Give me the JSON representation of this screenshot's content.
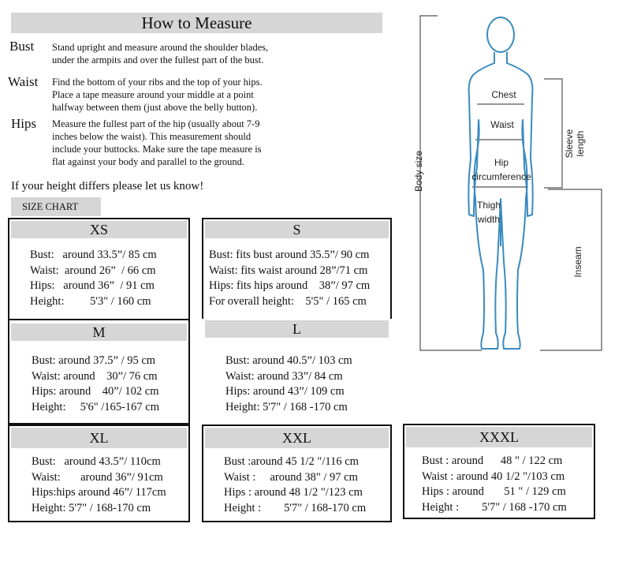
{
  "header": {
    "title": "How to Measure"
  },
  "measures": [
    {
      "term": "Bust",
      "lines": [
        "Stand upright and measure around the shoulder blades,",
        "under the armpits and over the fullest part of the bust."
      ]
    },
    {
      "term": "Waist",
      "lines": [
        "Find the bottom of your ribs and the top of your hips.",
        "Place a tape measure around your middle at a point",
        "halfway between them (just above the belly button)."
      ]
    },
    {
      "term": "Hips",
      "lines": [
        "Measure the fullest part of the hip (usually about 7-9",
        "inches below the waist). This measurement should",
        " include your buttocks. Make sure the tape measure is",
        " flat against your body and parallel to the ground."
      ]
    }
  ],
  "note": "If your height differs please let us know!",
  "size_chart_label": "SIZE CHART",
  "sizes": [
    {
      "name": "XS",
      "lines": [
        "Bust:   around 33.5”/ 85 cm",
        "Waist:  around 26”  / 66 cm",
        "Hips:   around 36”  / 91 cm",
        "Height:         5'3\" / 160 cm"
      ]
    },
    {
      "name": "S",
      "lines": [
        "Bust: fits bust around 35.5”/ 90 cm",
        "Waist: fits waist around 28”/71 cm",
        "Hips: fits hips around    38”/ 97 cm",
        "For overall height:    5'5\" / 165 cm"
      ]
    },
    {
      "name": "M",
      "lines": [
        "Bust: around 37.5” / 95 cm",
        "Waist: around    30”/ 76 cm",
        "Hips: around    40”/ 102 cm",
        "Height:     5'6\" /165-167 cm"
      ]
    },
    {
      "name": "L",
      "lines": [
        "Bust: around 40.5”/ 103 cm",
        "Waist: around 33”/ 84 cm",
        "Hips: around 43”/ 109 cm",
        "Height: 5'7\" / 168 -170 cm"
      ]
    },
    {
      "name": "XL",
      "lines": [
        "Bust:   around 43.5”/ 110cm",
        "Waist:       around 36”/ 91cm",
        "Hips:hips around 46”/ 117cm",
        "Height: 5'7\" / 168-170 cm"
      ]
    },
    {
      "name": "XXL",
      "lines": [
        "Bust :around 45 1/2 \"/116 cm",
        "Waist :     around 38\" / 97 cm",
        "Hips : around 48 1/2 \"/123 cm",
        "Height :        5'7\" / 168-170 cm"
      ]
    },
    {
      "name": "XXXL",
      "lines": [
        "Bust : around      48 \" / 122 cm",
        "Waist : around 40 1/2 \"/103 cm",
        "Hips : around       51 \" / 129 cm",
        "Height :        5'7\" / 168 -170 cm"
      ]
    }
  ],
  "figure_labels": {
    "chest": "Chest",
    "waist": "Waist",
    "hip_1": "Hip",
    "hip_2": "circumference",
    "thigh_1": "Thigh",
    "thigh_2": "width",
    "body_size": "Body size",
    "sleeve_1": "Sleeve",
    "sleeve_2": "length",
    "inseam": "Inseam"
  },
  "colors": {
    "figure_line": "#3a8bbf",
    "header_bg": "#d6d6d6",
    "guide_line": "#555555"
  }
}
